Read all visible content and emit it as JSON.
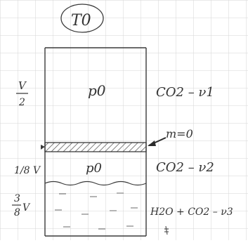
{
  "diagram": {
    "temperature_label": "T0",
    "upper_compartment": {
      "volume_label": {
        "numerator": "V",
        "denominator": "2"
      },
      "pressure_label": "p0",
      "content_label": "CO2 – ν1"
    },
    "piston": {
      "label": "m=0"
    },
    "middle_compartment": {
      "volume_label": "1/8 V",
      "pressure_label": "p0",
      "content_label": "CO2 – ν2"
    },
    "lower_compartment": {
      "volume_label": {
        "numerator": "3",
        "denominator": "8",
        "suffix": "V"
      },
      "content_label": "H2O + CO2 – ν3"
    },
    "colors": {
      "grid": "#d6d6d6",
      "ink": "#3a3a3a",
      "hatch": "#444444"
    }
  }
}
